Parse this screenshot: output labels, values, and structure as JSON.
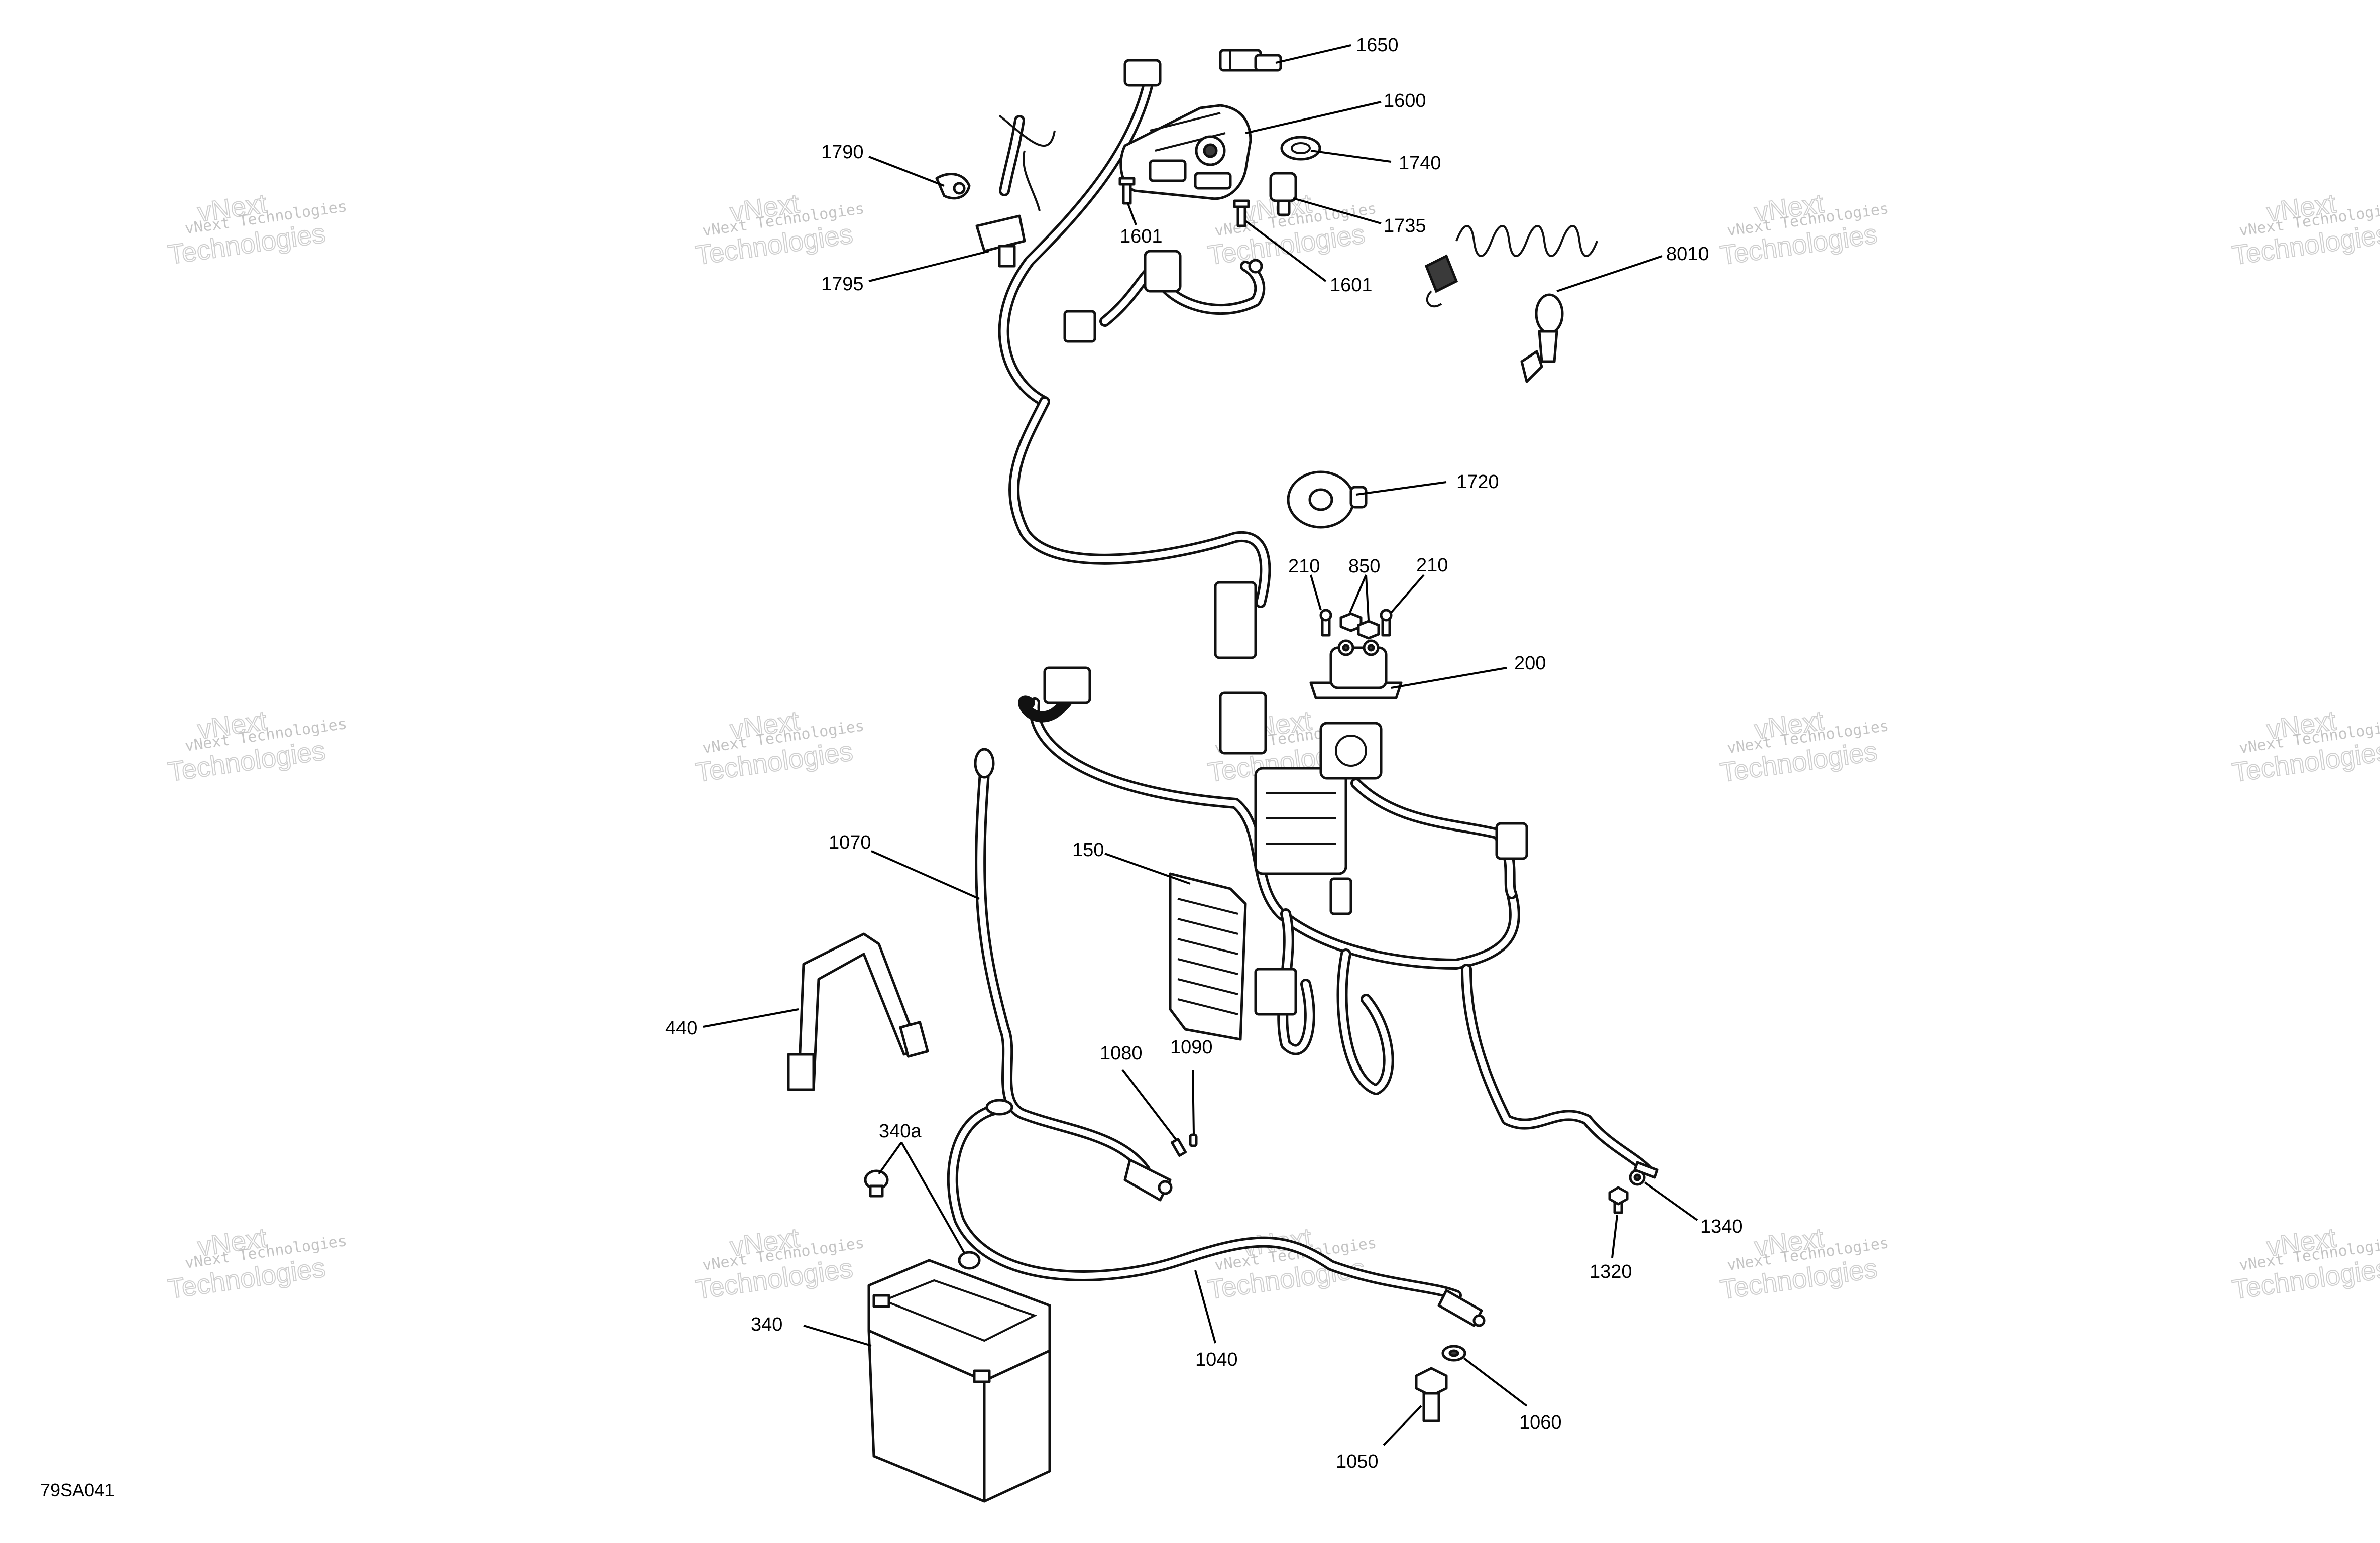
{
  "figure_id": "79SA041",
  "watermark": {
    "line1": "vNext Technologies",
    "line2": "vNext",
    "line3": "Technologies"
  },
  "callouts": {
    "c1650": "1650",
    "c1600": "1600",
    "c1790": "1790",
    "c1740": "1740",
    "c1735": "1735",
    "c1601a": "1601",
    "c1601b": "1601",
    "c1795": "1795",
    "c8010": "8010",
    "c1720": "1720",
    "c210a": "210",
    "c850": "850",
    "c210b": "210",
    "c200": "200",
    "c1070": "1070",
    "c150": "150",
    "c440": "440",
    "c1080": "1080",
    "c1090": "1090",
    "c340a": "340a",
    "c1340": "1340",
    "c1320": "1320",
    "c340": "340",
    "c1040": "1040",
    "c1060": "1060",
    "c1050": "1050"
  }
}
